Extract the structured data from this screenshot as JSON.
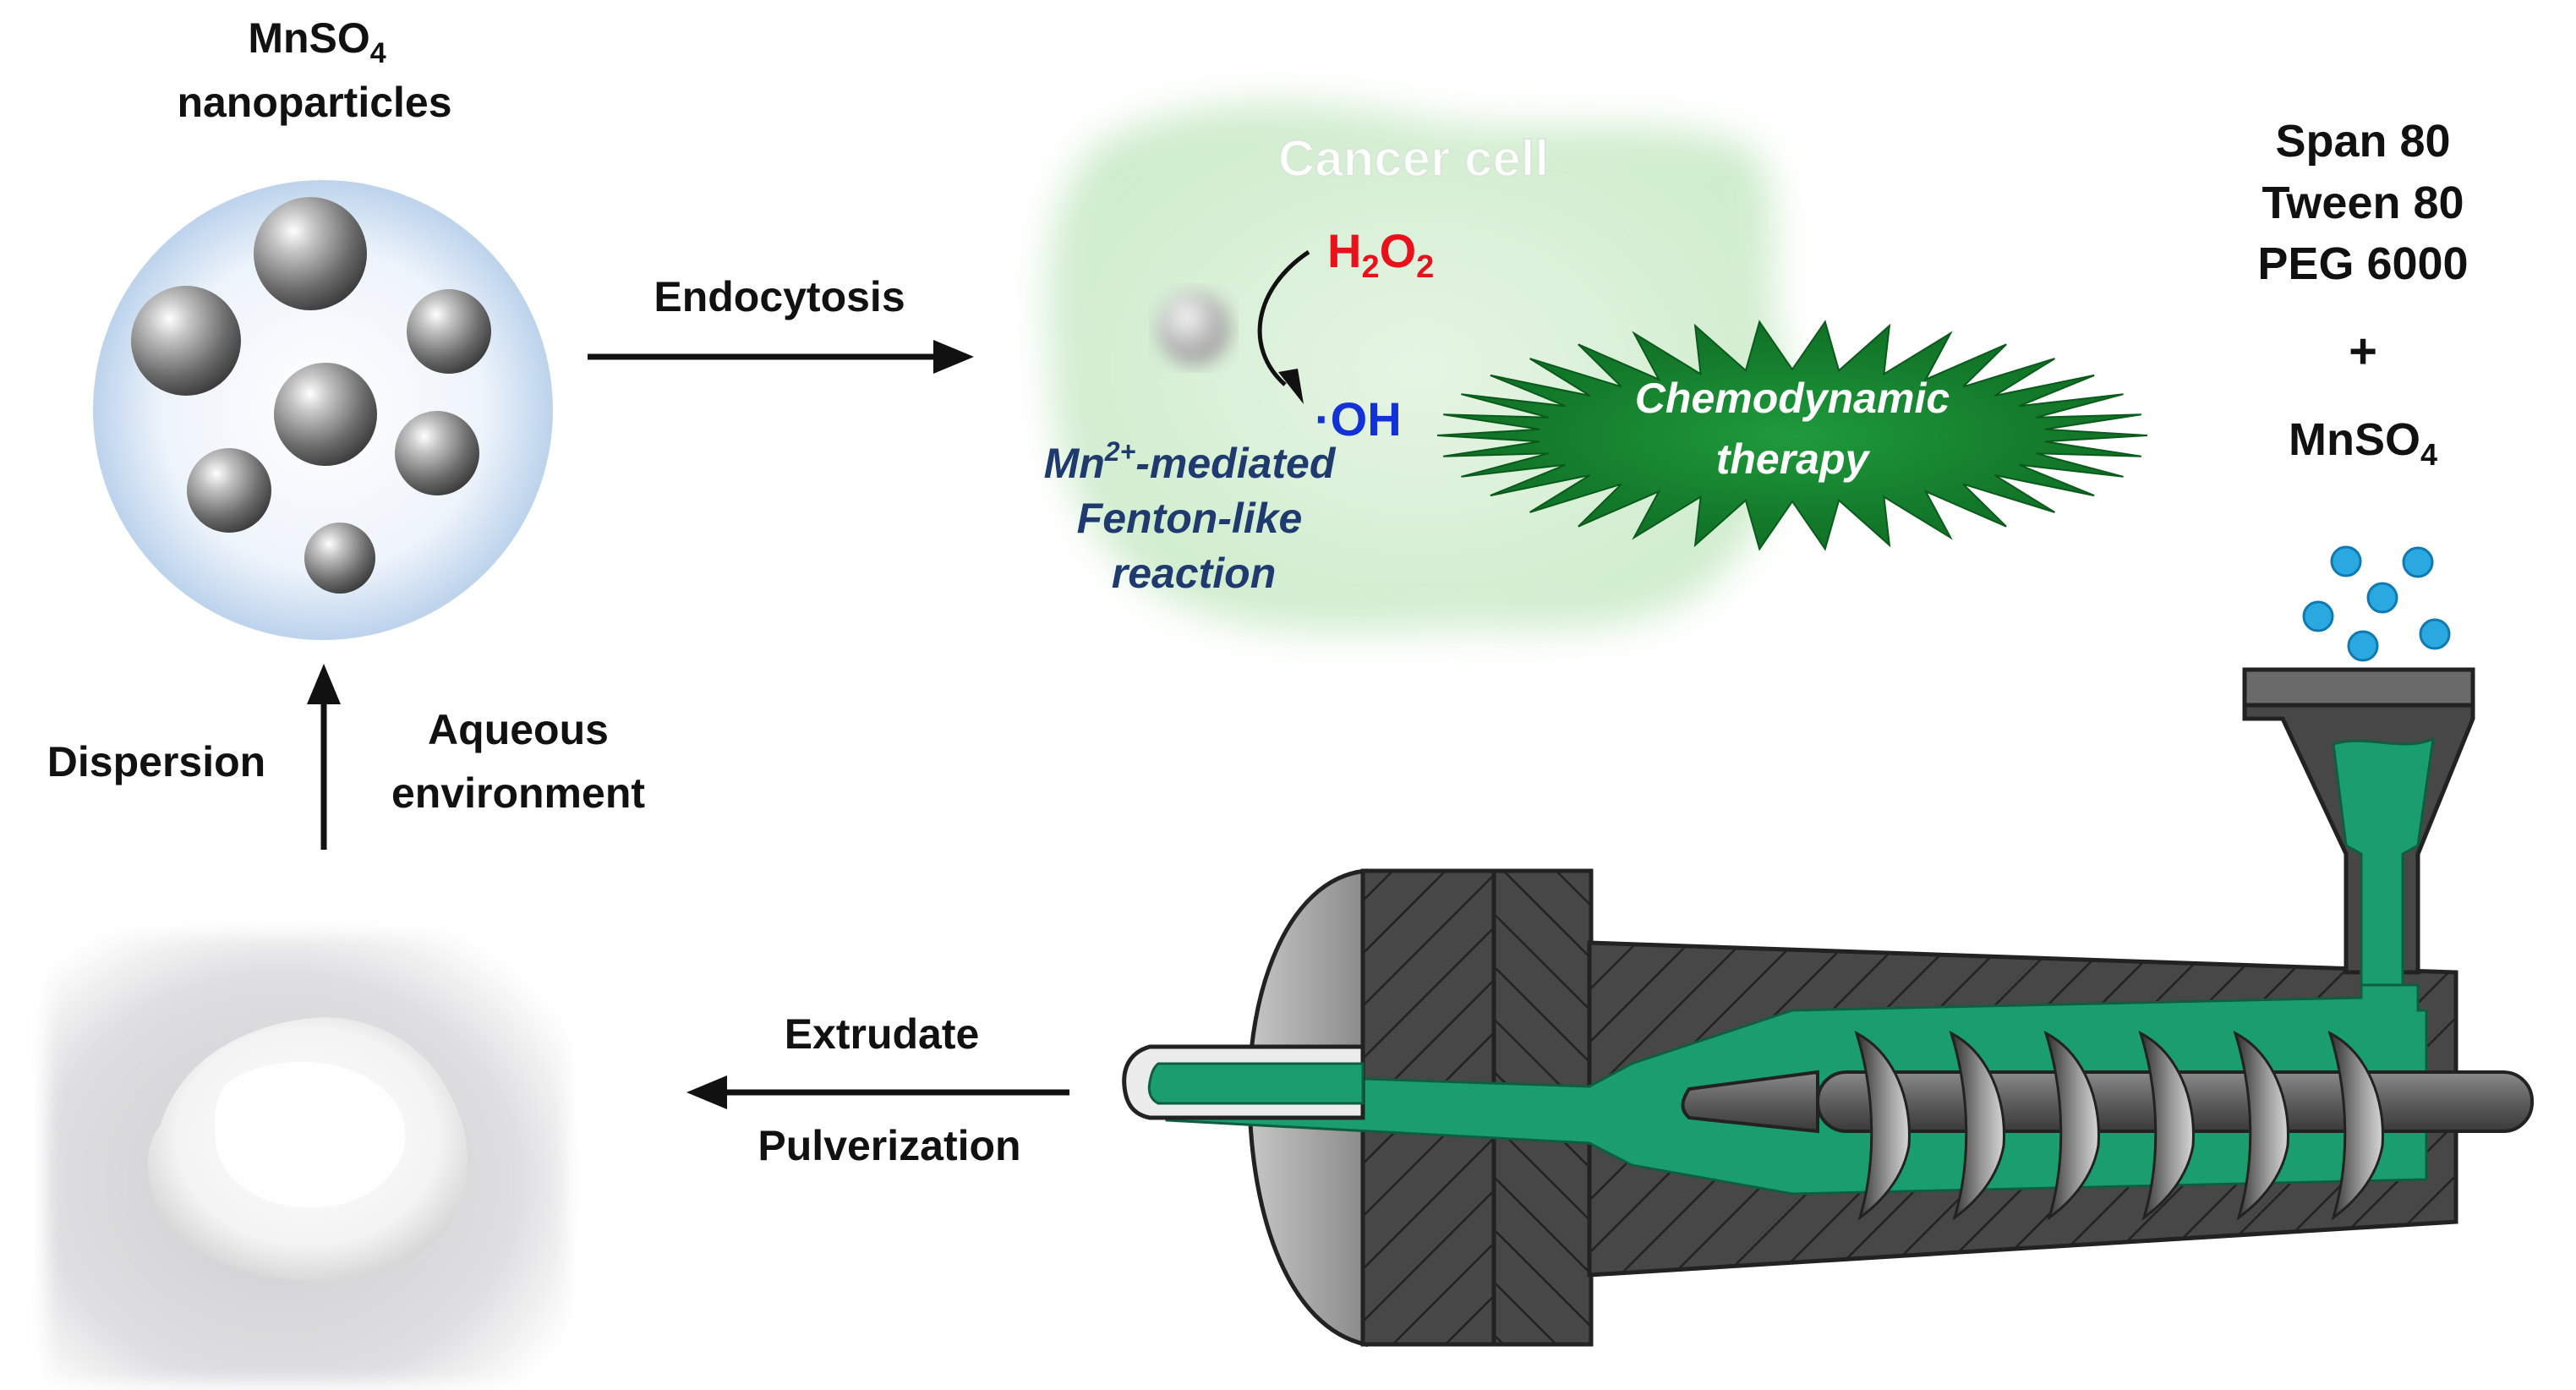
{
  "nanoparticles": {
    "title_main": "MnSO",
    "title_sub": "4",
    "title_line2": "nanoparticles"
  },
  "arrows": {
    "endocytosis": "Endocytosis",
    "dispersion": "Dispersion",
    "aqueous_line1": "Aqueous",
    "aqueous_line2": "environment",
    "extrudate": "Extrudate",
    "pulverization": "Pulverization"
  },
  "cell": {
    "label": "Cancer cell",
    "h2o2": {
      "h": "H",
      "sub1": "2",
      "o": "O",
      "sub2": "2"
    },
    "oh": "·OH",
    "reaction_mn": "Mn",
    "reaction_sup": "2+",
    "reaction_line1_rest": "-mediated",
    "reaction_line2": "Fenton-like",
    "reaction_line3": "reaction"
  },
  "therapy": {
    "line1": "Chemodynamic",
    "line2": "therapy"
  },
  "ingredients": {
    "items": [
      "Span 80",
      "Tween 80",
      "PEG 6000"
    ],
    "plus": "+",
    "mnso4_main": "MnSO",
    "mnso4_sub": "4"
  },
  "colors": {
    "green": "#1a9e6e",
    "red": "#e8111c",
    "blue": "#1232d8",
    "navy": "#1f3a6e",
    "barrel": "#4a4a4a",
    "bead": "#29a9e0"
  }
}
